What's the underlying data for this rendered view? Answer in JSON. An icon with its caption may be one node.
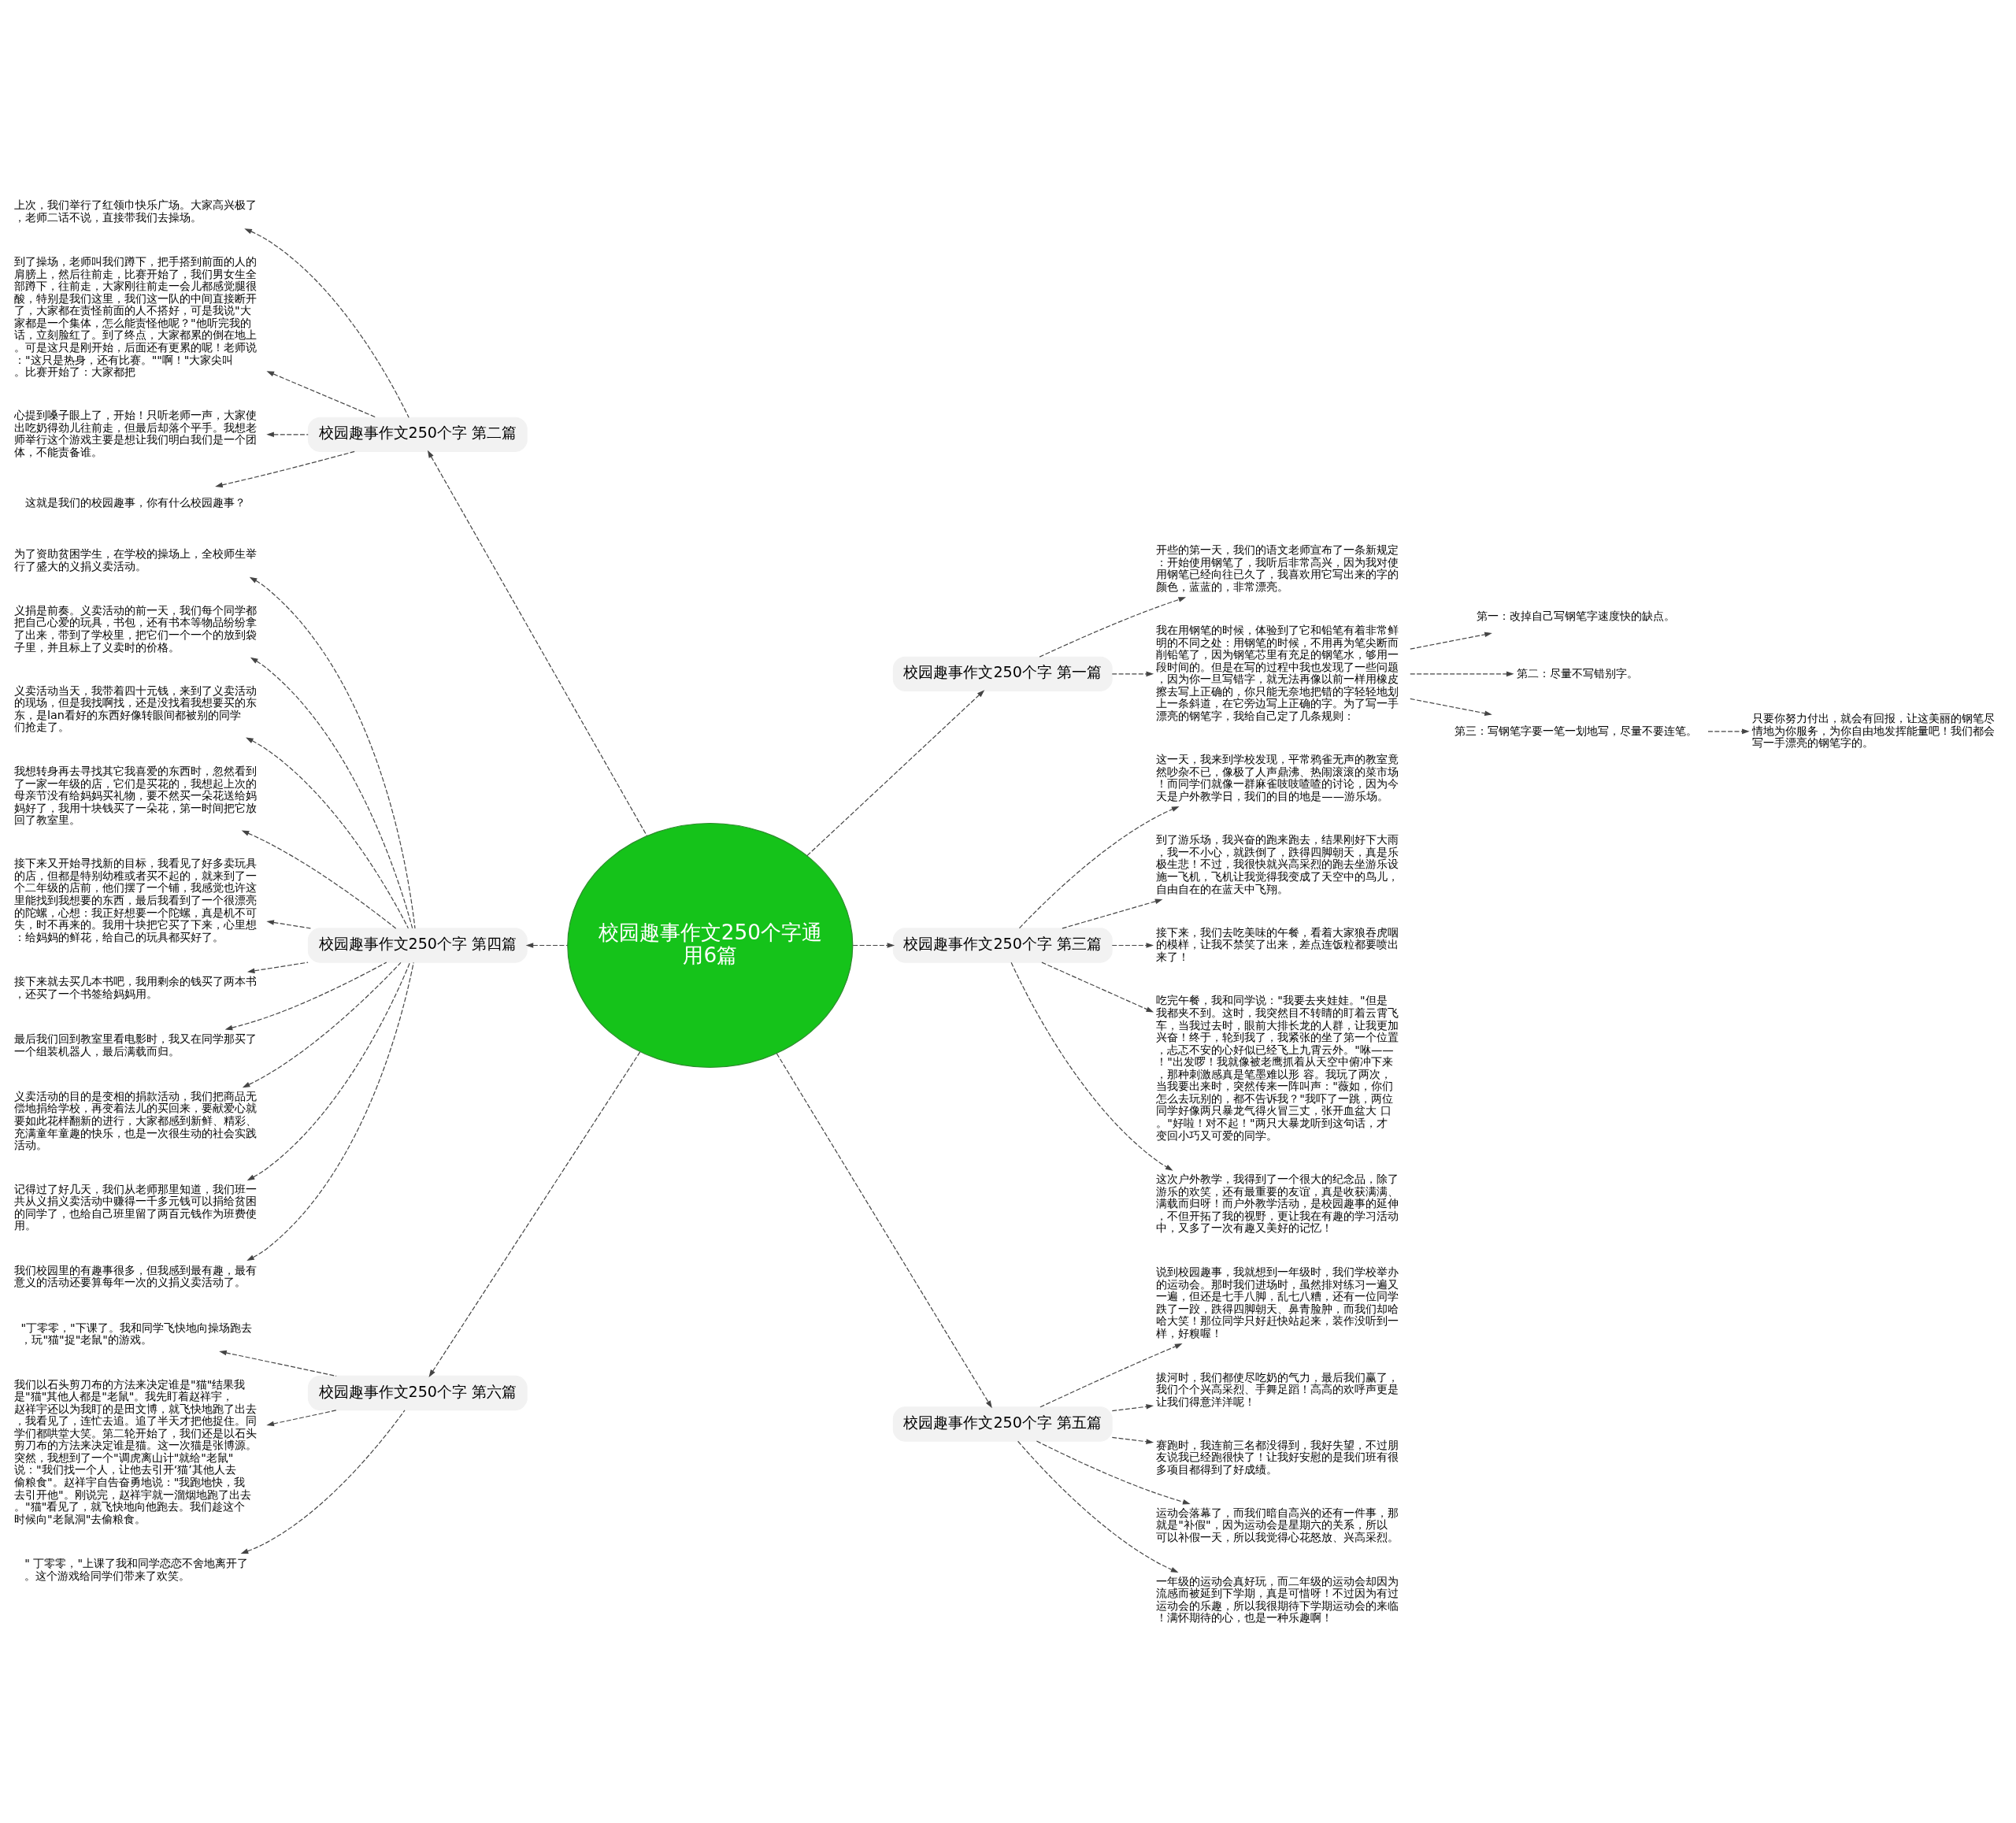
{
  "diagram": {
    "nodes": [
      {
        "text": [
          "校园趣事作文250个字通用6篇"
        ]
      },
      {
        "text": [
          "校园趣事作文250个字 第一篇"
        ]
      },
      {
        "text": [
          "开些的第一天，我们的语文老师宣布了一条新规定：开始使用钢笔了，我听后非常高兴，因为我对使用钢笔已经向往已久了，我喜欢用它写出来的字的颜色，蓝蓝的，非常漂亮。"
        ]
      },
      {
        "text": [
          "我在用钢笔的时候，体验到了它和铅笔有着非常鲜明的不同之处：用钢笔的时候，不用再为笔尖断而削铅笔了，因为钢笔芯里有充足的钢笔水，够用一段时间的。但是在写的过程中我也发现了一些问题，因为你一旦写错字，就无法再像以前一样用橡皮擦去写上正确的，你只能无奈地把错的字轻轻地划上一条斜道，在它旁边写上正确的字。为了写一手漂亮的钢笔字，我给自己定了几条规则："
        ]
      },
      {
        "text": [
          "第一：改掉自己写钢笔字速度快的缺点。"
        ]
      },
      {
        "text": [
          "第二：尽量不写错别字。"
        ]
      },
      {
        "text": [
          "第三：写钢笔字要一笔一划地写，尽量不要连笔。"
        ]
      },
      {
        "text": [
          "只要你努力付出，就会有回报，让这美丽的钢笔尽情地为你服务，为你自由地发挥能量吧！我们都会写一手漂亮的钢笔字的。"
        ]
      },
      {
        "text": [
          "校园趣事作文250个字 第二篇"
        ]
      },
      {
        "text": [
          "上次，我们举行了红领巾快乐广场。大家高兴极了，老师二话不说，直接带我们去操场。"
        ]
      },
      {
        "text": [
          "到了操场，老师叫我们蹲下，把手搭到前面的人的肩膀上，然后往前走，比赛开始了，我们男女生全部蹲下，往前走，大家刚往前走一会儿都感觉腿很酸，特别是我们这里，我们这一队的中间直接断开了，大家都在责怪前面的人不搭好，可是我说\"大家都是一个集体，怎么能责怪他呢？\"他听完我的话，立刻脸红了。到了终点，大家都累的倒在地上。可是这只是刚开始，后面还有更累的呢！老师说：\"这只是热身，还有比赛。\"\"啊！\"大家尖叫。比赛开始了：大家都把"
        ]
      },
      {
        "text": [
          "心提到嗓子眼上了，开始！只听老师一声，大家使出吃奶得劲儿往前走，但最后却落个平手。我想老师举行这个游戏主要是想让我们明白我们是一个团体，不能责备谁。"
        ]
      },
      {
        "text": [
          "这就是我们的校园趣事，你有什么校园趣事？"
        ]
      },
      {
        "text": [
          "校园趣事作文250个字 第三篇"
        ]
      },
      {
        "text": [
          "这一天，我来到学校发现，平常鸦雀无声的教室竟然吵杂不已，像极了人声鼎沸、热闹滚滚的菜市场！而同学们就像一群麻雀吱吱喳喳的讨论，因为今天是户外教学日，我们的目的地是——游乐场。"
        ]
      },
      {
        "text": [
          "到了游乐场，我兴奋的跑来跑去，结果刚好下大雨，我一不小心，就跌倒了，跌得四脚朝天，真是乐极生悲！不过，我很快就兴高采烈的跑去坐游乐设施一飞机，飞机让我觉得我变成了天空中的鸟儿，自由自在的在蓝天中飞翔。"
        ]
      },
      {
        "text": [
          "接下来，我们去吃美味的午餐，看着大家狼吞虎咽的模样，让我不禁笑了出来，差点连饭粒都要喷出来了！"
        ]
      },
      {
        "text": [
          "吃完午餐，我和同学说：\"我要去夹娃娃。\"但是我都夹不到。这时，我突然目不转睛的盯着云霄飞车，当我过去时，眼前大排长龙的人群，让我更加兴奋！终于，轮到我了，我紧张的坐了第一个位置，忐忑不安的心好似已经飞上九霄云外。\"咻——！\"出发啰！我就像被老鹰抓着从天空中俯冲下来，那种刺激感真是笔墨难以形 容。我玩了两次，当我要出来时，突然传来一阵叫声：\"薇如，你们怎么去玩别的，都不告诉我？\"我吓了一跳，两位同学好像两只暴龙气得火冒三丈，张开血盆大 口。\"好啦！对不起！\"两只大暴龙听到这句话，才变回小巧又可爱的同学。"
        ]
      },
      {
        "text": [
          "这次户外教学，我得到了一个很大的纪念品，除了游乐的欢笑，还有最重要的友谊，真是收获满满、满载而归呀！而户外教学活动，是校园趣事的延伸，不但开拓了我的视野，更让我在有趣的学习活动中，又多了一次有趣又美好的记忆！"
        ]
      },
      {
        "text": [
          "校园趣事作文250个字 第四篇"
        ]
      },
      {
        "text": [
          "为了资助贫困学生，在学校的操场上，全校师生举行了盛大的义捐义卖活动。"
        ]
      },
      {
        "text": [
          "义捐是前奏。义卖活动的前一天，我们每个同学都把自己心爱的玩具，书包，还有书本等物品纷纷拿了出来，带到了学校里，把它们一个一个的放到袋子里，并且标上了义卖时的价格。"
        ]
      },
      {
        "text": [
          "义卖活动当天，我带着四十元钱，来到了义卖活动的现场，但是我找啊找，还是没找着我想要买的东东，是lan看好的东西好像转眼间都被别的同学们抢走了。"
        ]
      },
      {
        "text": [
          "我想转身再去寻找其它我喜爱的东西时，忽然看到了一家一年级的店，它们是买花的，我想起上次的母亲节没有给妈妈买礼物，要不然买一朵花送给妈妈好了，我用十块钱买了一朵花，第一时间把它放回了教室里。"
        ]
      },
      {
        "text": [
          "接下来又开始寻找新的目标，我看见了好多卖玩具的店，但都是特别幼稚或者买不起的，就来到了一个二年级的店前，他们摆了一个铺，我感觉也许这里能找到我想要的东西，最后我看到了一个很漂亮的陀螺，心想：我正好想要一个陀螺，真是机不可失，时不再来的。我用十块把它买了下来，心里想：给妈妈的鲜花，给自己的玩具都买好了。"
        ]
      },
      {
        "text": [
          "接下来就去买几本书吧，我用剩余的钱买了两本书，还买了一个书签给妈妈用。"
        ]
      },
      {
        "text": [
          "最后我们回到教室里看电影时，我又在同学那买了一个组装机器人，最后满载而归。"
        ]
      },
      {
        "text": [
          "义卖活动的目的是变相的捐款活动，我们把商品无偿地捐给学校，再变着法儿的买回来，要献爱心就要如此花样翻新的进行，大家都感到新鲜、精彩、充满童年童趣的快乐，也是一次很生动的社会实践活动。"
        ]
      },
      {
        "text": [
          "记得过了好几天，我们从老师那里知道，我们班一共从义捐义卖活动中赚得一千多元钱可以捐给贫困的同学了，也给自己班里留了两百元钱作为班费使用。"
        ]
      },
      {
        "text": [
          "我们校园里的有趣事很多，但我感到最有趣，最有意义的活动还要算每年一次的义捐义卖活动了。"
        ]
      },
      {
        "text": [
          "校园趣事作文250个字 第五篇"
        ]
      },
      {
        "text": [
          "说到校园趣事，我就想到一年级时，我们学校举办的运动会。那时我们进场时，虽然排对练习一遍又一遍，但还是七手八脚，乱七八糟，还有一位同学跌了一跤，跌得四脚朝天、鼻青脸肿，而我们却哈哈大笑！那位同学只好赶快站起来，装作没听到一样，好糗喔！"
        ]
      },
      {
        "text": [
          "拔河时，我们都使尽吃奶的气力，最后我们赢了，我们个个兴高采烈、手舞足蹈！高高的欢呼声更是让我们得意洋洋呢！"
        ]
      },
      {
        "text": [
          "赛跑时，我连前三名都没得到，我好失望，不过朋友说我已经跑很快了！让我好安慰的是我们班有很多项目都得到了好成绩。"
        ]
      },
      {
        "text": [
          "运动会落幕了，而我们暗自高兴的还有一件事，那就是\"补假\"，因为运动会是星期六的关系，所以可以补假一天，所以我觉得心花怒放、兴高采烈。"
        ]
      },
      {
        "text": [
          "一年级的运动会真好玩，而二年级的运动会却因为流感而被延到下学期，真是可惜呀！不过因为有过运动会的乐趣，所以我很期待下学期运动会的来临！满怀期待的心，也是一种乐趣啊！"
        ]
      },
      {
        "text": [
          "校园趣事作文250个字 第六篇"
        ]
      },
      {
        "text": [
          "\"丁零零，\"下课了。我和同学飞快地向操场跑去，玩\"猫\"捉\"老鼠\"的游戏。"
        ]
      },
      {
        "text": [
          "我们以石头剪刀布的方法来决定谁是\"猫\"结果我是\"猫\"其他人都是\"老鼠\"。我先盯着赵祥宇，赵祥宇还以为我盯的是田文博，就飞快地跑了出去，我看见了，连忙去追。追了半天才把他捉住。同学们都哄堂大笑。第二轮开始了，我们还是以石头剪刀布的方法来决定谁是猫。这一次猫是张博源。突然，我想到了一个\"调虎离山计\"就给\"老鼠\"说：\"我们找一个人，让他去引开‘猫’其他人去偷粮食\"。赵祥宇自告奋勇地说：\"我跑地快，我去引开他\"。刚说完，赵祥宇就一溜烟地跑了出去。\"猫\"看见了，就飞快地向他跑去。我们趁这个时候向\"老鼠洞\"去偷粮食。"
        ]
      },
      {
        "text": [
          "\" 丁零零，\"上课了我和同学恋恋不舍地离开了。这个游戏给同学们带来了欢笑。"
        ]
      }
    ],
    "edges": [
      {
        "from": 0,
        "to": 1,
        "arrow": "to",
        "style": "dashed"
      },
      {
        "from": 0,
        "to": 8,
        "arrow": "to",
        "style": "dashed"
      },
      {
        "from": 0,
        "to": 13,
        "arrow": "to",
        "style": "dashed"
      },
      {
        "from": 0,
        "to": 19,
        "arrow": "to",
        "style": "dashed"
      },
      {
        "from": 0,
        "to": 30,
        "arrow": "to",
        "style": "dashed"
      },
      {
        "from": 0,
        "to": 36,
        "arrow": "to",
        "style": "dashed"
      },
      {
        "from": 1,
        "to": 2,
        "arrow": "to",
        "style": "dashed"
      },
      {
        "from": 1,
        "to": 3,
        "arrow": "to",
        "style": "dashed"
      },
      {
        "from": 3,
        "to": 4,
        "arrow": "to",
        "style": "dashed"
      },
      {
        "from": 3,
        "to": 5,
        "arrow": "to",
        "style": "dashed"
      },
      {
        "from": 3,
        "to": 6,
        "arrow": "to",
        "style": "dashed"
      },
      {
        "from": 6,
        "to": 7,
        "arrow": "to",
        "style": "dashed"
      },
      {
        "from": 8,
        "to": 9,
        "arrow": "to",
        "style": "dashed"
      },
      {
        "from": 8,
        "to": 10,
        "arrow": "to",
        "style": "dashed"
      },
      {
        "from": 8,
        "to": 11,
        "arrow": "to",
        "style": "dashed"
      },
      {
        "from": 8,
        "to": 12,
        "arrow": "to",
        "style": "dashed"
      },
      {
        "from": 13,
        "to": 14,
        "arrow": "to",
        "style": "dashed"
      },
      {
        "from": 13,
        "to": 15,
        "arrow": "to",
        "style": "dashed"
      },
      {
        "from": 13,
        "to": 16,
        "arrow": "to",
        "style": "dashed"
      },
      {
        "from": 13,
        "to": 17,
        "arrow": "to",
        "style": "dashed"
      },
      {
        "from": 13,
        "to": 18,
        "arrow": "to",
        "style": "dashed"
      },
      {
        "from": 19,
        "to": 20,
        "arrow": "to",
        "style": "dashed"
      },
      {
        "from": 19,
        "to": 21,
        "arrow": "to",
        "style": "dashed"
      },
      {
        "from": 19,
        "to": 22,
        "arrow": "to",
        "style": "dashed"
      },
      {
        "from": 19,
        "to": 23,
        "arrow": "to",
        "style": "dashed"
      },
      {
        "from": 19,
        "to": 24,
        "arrow": "to",
        "style": "dashed"
      },
      {
        "from": 19,
        "to": 25,
        "arrow": "to",
        "style": "dashed"
      },
      {
        "from": 19,
        "to": 26,
        "arrow": "to",
        "style": "dashed"
      },
      {
        "from": 19,
        "to": 27,
        "arrow": "to",
        "style": "dashed"
      },
      {
        "from": 19,
        "to": 28,
        "arrow": "to",
        "style": "dashed"
      },
      {
        "from": 19,
        "to": 29,
        "arrow": "to",
        "style": "dashed"
      },
      {
        "from": 30,
        "to": 31,
        "arrow": "to",
        "style": "dashed"
      },
      {
        "from": 30,
        "to": 32,
        "arrow": "to",
        "style": "dashed"
      },
      {
        "from": 30,
        "to": 33,
        "arrow": "to",
        "style": "dashed"
      },
      {
        "from": 30,
        "to": 34,
        "arrow": "to",
        "style": "dashed"
      },
      {
        "from": 30,
        "to": 35,
        "arrow": "to",
        "style": "dashed"
      },
      {
        "from": 36,
        "to": 37,
        "arrow": "to",
        "style": "dashed"
      },
      {
        "from": 36,
        "to": 38,
        "arrow": "to",
        "style": "dashed"
      },
      {
        "from": 36,
        "to": 39,
        "arrow": "to",
        "style": "dashed"
      }
    ]
  }
}
